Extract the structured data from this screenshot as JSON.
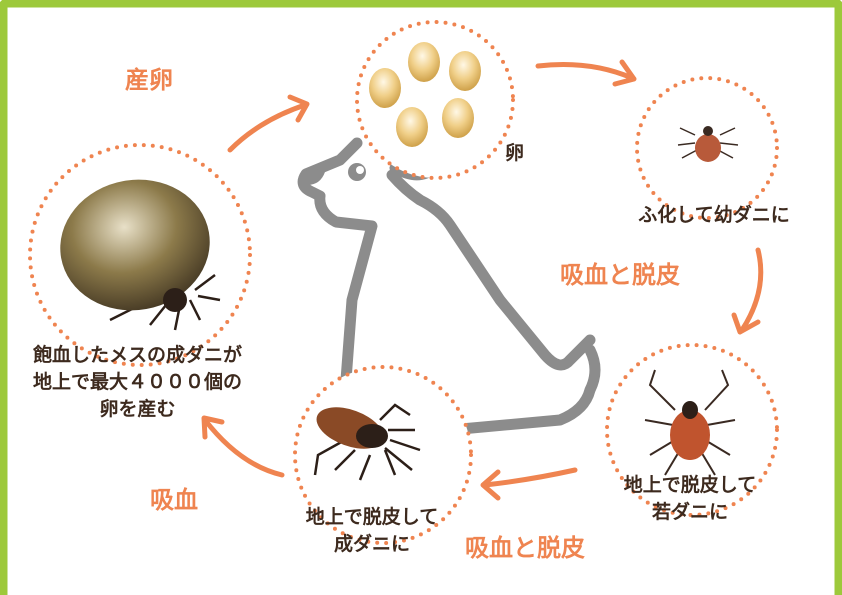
{
  "colors": {
    "frame": "#9dc93b",
    "accent": "#ef8450",
    "text": "#3d2a1e",
    "dog": "#8c8c8c"
  },
  "stages": {
    "egg": {
      "label": "卵"
    },
    "larva": {
      "label": "ふ化して幼ダニに"
    },
    "nymph": {
      "line1": "地上で脱皮して",
      "line2": "若ダニに"
    },
    "adult": {
      "line1": "地上で脱皮して",
      "line2": "成ダニに"
    },
    "engorged": {
      "line1": "飽血したメスの成ダニが",
      "line2": "地上で最大４０００個の",
      "line3": "卵を産む"
    }
  },
  "arrows": {
    "lay_eggs": "産卵",
    "feed_molt_1": "吸血と脱皮",
    "feed_molt_2": "吸血と脱皮",
    "feed": "吸血"
  }
}
